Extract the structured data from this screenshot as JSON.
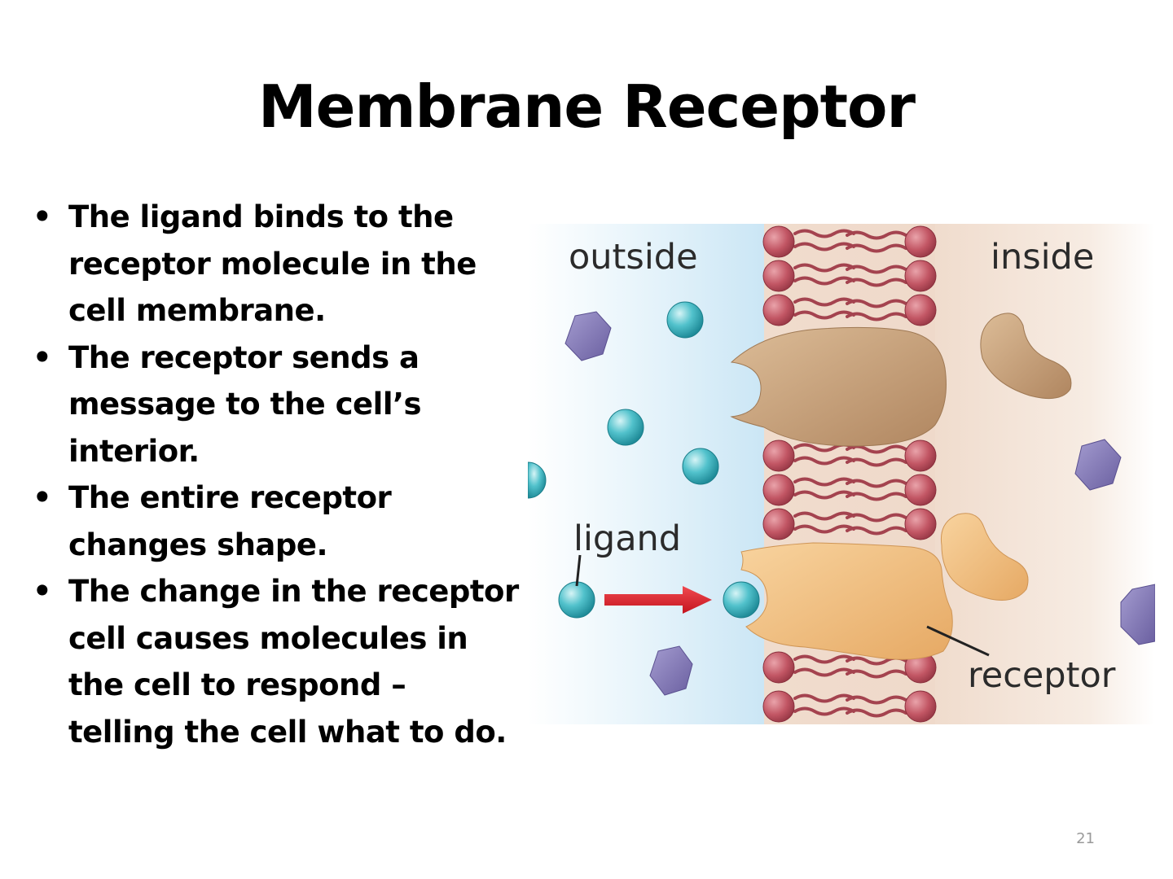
{
  "slide": {
    "title": "Membrane Receptor",
    "bullets": [
      [
        "The ligand binds to the",
        "receptor molecule in the",
        "cell membrane."
      ],
      [
        "The receptor sends a",
        "message to the cell’s",
        "interior."
      ],
      [
        "The entire receptor",
        "changes shape."
      ],
      [
        "The change in the receptor",
        "cell causes molecules in",
        "the cell to respond –",
        "telling the cell what to do."
      ]
    ],
    "page_number": "21"
  },
  "diagram": {
    "labels": {
      "outside": "outside",
      "inside": "inside",
      "ligand": "ligand",
      "receptor": "receptor"
    },
    "colors": {
      "outside_bg": "#d6ecf8",
      "inside_bg": "#f2e2d6",
      "lipid_head": "#b94e5c",
      "lipid_tail": "#a4434f",
      "ligand": "#3cb6c2",
      "hexagon": "#8277b3",
      "receptor_bound": "#f0bd7c",
      "receptor_unbound": "#c7a078",
      "arrow": "#e0232e"
    }
  }
}
